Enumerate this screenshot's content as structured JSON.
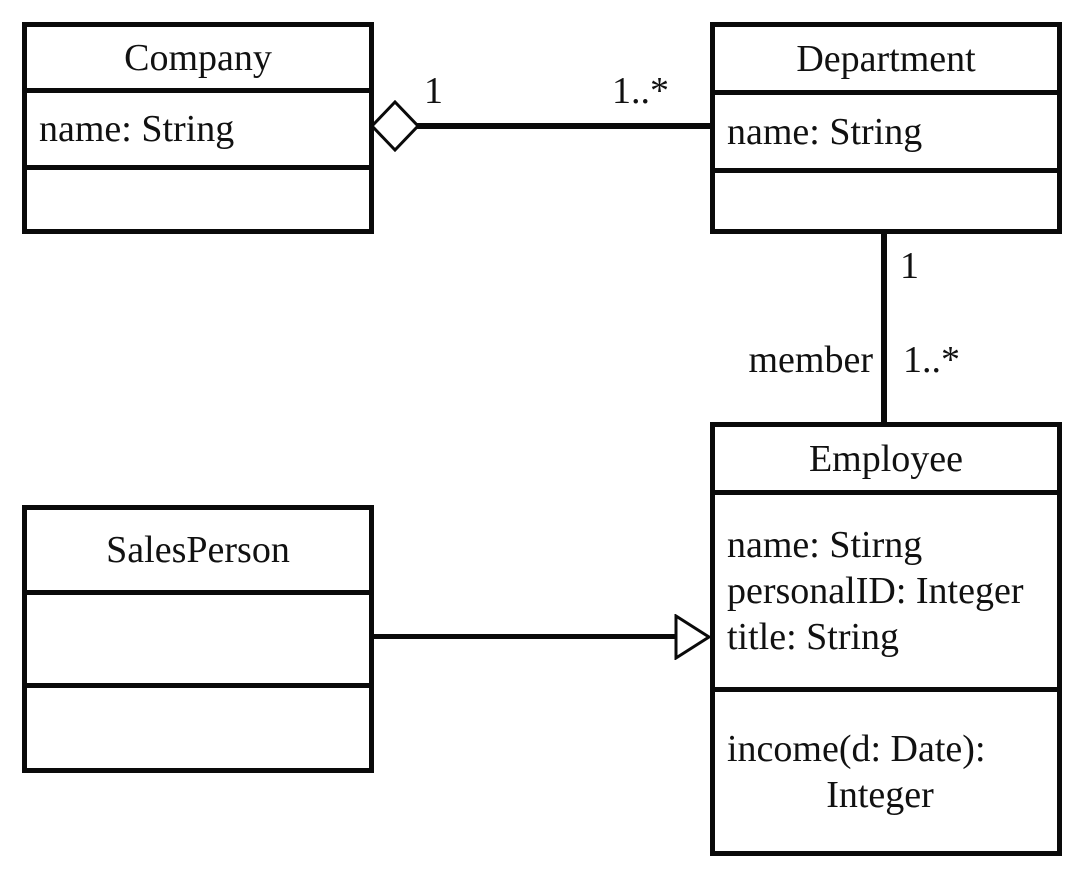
{
  "diagram": {
    "kind": "uml-class-diagram",
    "colors": {
      "line": "#0a0a0a",
      "background": "#ffffff",
      "box_fill": "#ffffff",
      "text": "#111111"
    },
    "classes": {
      "company": {
        "name": "Company",
        "attributes": [
          "name: String"
        ],
        "methods": []
      },
      "department": {
        "name": "Department",
        "attributes": [
          "name: String"
        ],
        "methods": []
      },
      "employee": {
        "name": "Employee",
        "attributes": [
          "name: Stirng",
          "personalID: Integer",
          "title: String"
        ],
        "method_lines": [
          "income(d: Date):",
          "Integer"
        ]
      },
      "salesperson": {
        "name": "SalesPerson",
        "attributes": [],
        "methods": []
      }
    },
    "relationships": {
      "company_department": {
        "type": "aggregation",
        "whole": "Company",
        "part": "Department",
        "whole_multiplicity": "1",
        "part_multiplicity": "1..*"
      },
      "department_employee": {
        "type": "association",
        "from": "Department",
        "to": "Employee",
        "from_multiplicity": "1",
        "to_multiplicity": "1..*",
        "to_role": "member"
      },
      "salesperson_employee": {
        "type": "generalization",
        "subclass": "SalesPerson",
        "superclass": "Employee"
      }
    }
  }
}
